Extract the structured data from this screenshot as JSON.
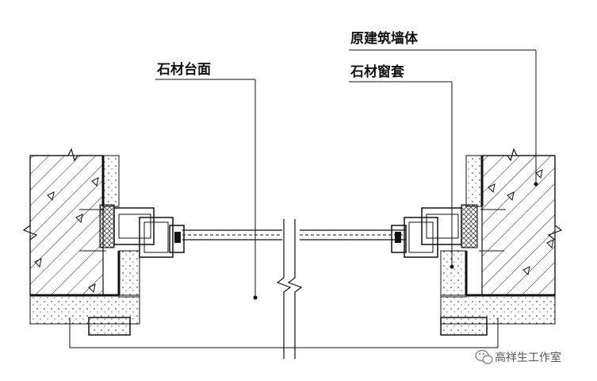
{
  "labels": {
    "original_wall": "原建筑墙体",
    "stone_window_casing": "石材窗套",
    "stone_countertop": "石材台面"
  },
  "watermark": {
    "text": "高祥生工作室",
    "icon": "wechat-icon"
  },
  "colors": {
    "line": "#111111",
    "hatch": "#222222",
    "insulation": "#e8e8e8",
    "background": "#ffffff"
  }
}
